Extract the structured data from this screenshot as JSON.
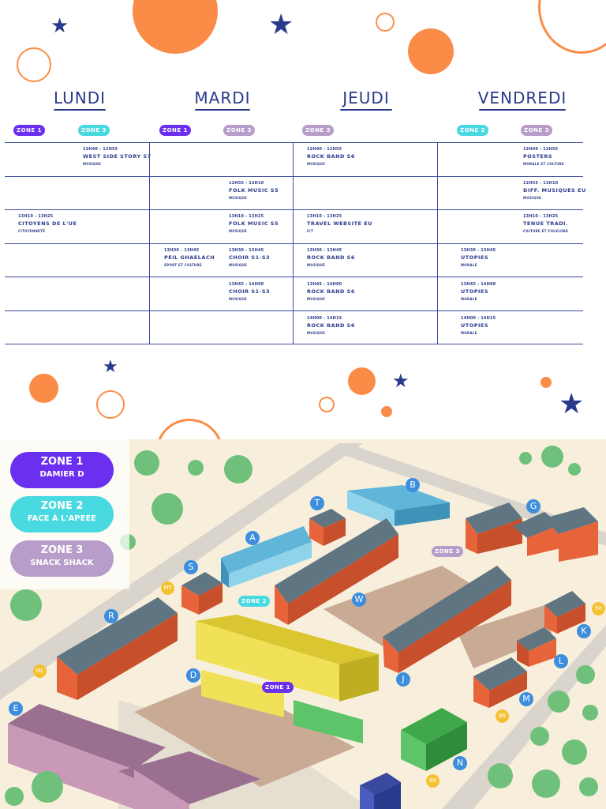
{
  "days": [
    "LUNDI",
    "MARDI",
    "JEUDI",
    "VENDREDI"
  ],
  "zone_pills": [
    {
      "label": "ZONE 1",
      "zone": 1
    },
    {
      "label": "ZONE 3",
      "zone": 3
    },
    {
      "label": "ZONE 1",
      "zone": 1
    },
    {
      "label": "ZONE 3",
      "zone": 3
    },
    {
      "label": "ZONE 3",
      "zone": 3
    },
    {
      "label": "ZONE 2",
      "zone": 2
    },
    {
      "label": "ZONE 3",
      "zone": 3
    }
  ],
  "events": [
    {
      "time": "12H40 - 12H55",
      "name": "WEST SIDE STORY S7",
      "cat": "MUSIQUE"
    },
    {
      "time": "12H40 - 12H55",
      "name": "ROCK BAND S6",
      "cat": "MUSIQUE"
    },
    {
      "time": "12H40 - 12H55",
      "name": "POSTERS",
      "cat": "MORALE ET CULTURE"
    },
    {
      "time": "12H55 - 13H10",
      "name": "FOLK MUSIC S5",
      "cat": "MUSIQUE"
    },
    {
      "time": "12H55 - 13H10",
      "name": "DIFF. MUSIQUES EU",
      "cat": "MUSIQUE"
    },
    {
      "time": "13H10 - 13H25",
      "name": "CITOYENS DE L'UE",
      "cat": "CITOYENNETÉ"
    },
    {
      "time": "13H10 - 13H25",
      "name": "FOLK MUSIC S5",
      "cat": "MUSIQUE"
    },
    {
      "time": "13H10 - 13H25",
      "name": "TRAVEL WEBSITE EU",
      "cat": "ICT"
    },
    {
      "time": "13H10 - 13H25",
      "name": "TENUE TRADI.",
      "cat": "CULTURE ET FOLKLORE"
    },
    {
      "time": "13H30 - 13H45",
      "name": "PEIL GHAELACH",
      "cat": "SPORT ET CULTURE"
    },
    {
      "time": "13H30 - 13H45",
      "name": "CHOIR S1-S3",
      "cat": "MUSIQUE"
    },
    {
      "time": "13H30 - 13H45",
      "name": "ROCK BAND S6",
      "cat": "MUSIQUE"
    },
    {
      "time": "13H30 - 13H45",
      "name": "UTOPIES",
      "cat": "MORALE"
    },
    {
      "time": "13H45 - 14H00",
      "name": "CHOIR S1-S3",
      "cat": "MUSIQUE"
    },
    {
      "time": "13H45 - 14H00",
      "name": "ROCK BAND S6",
      "cat": "MUSIQUE"
    },
    {
      "time": "13H45 - 14H00",
      "name": "UTOPIES",
      "cat": "MORALE"
    },
    {
      "time": "14H00 - 14H15",
      "name": "ROCK BAND S6",
      "cat": "MUSIQUE"
    },
    {
      "time": "14H00 - 14H15",
      "name": "UTOPIES",
      "cat": "MORALE"
    }
  ],
  "legend": [
    {
      "zone": "ZONE 1",
      "place": "DAMIER D"
    },
    {
      "zone": "ZONE 2",
      "place": "FACE À L'APEEE"
    },
    {
      "zone": "ZONE 3",
      "place": "SNACK SHACK"
    }
  ],
  "map_zone_labels": [
    "ZONE 3",
    "ZONE 2",
    "ZONE 1"
  ],
  "map_markers": [
    "A",
    "B",
    "D",
    "E",
    "G",
    "J",
    "K",
    "L",
    "M",
    "N",
    "R",
    "S",
    "T",
    "W"
  ],
  "map_badges": [
    "MT",
    "ML",
    "90",
    "88",
    "86"
  ],
  "colors": {
    "zone1": "#6b2ff0",
    "zone2": "#49d9e0",
    "zone3": "#b89cc9",
    "accent_orange": "#fb8c48",
    "navy": "#2a3a8c"
  }
}
